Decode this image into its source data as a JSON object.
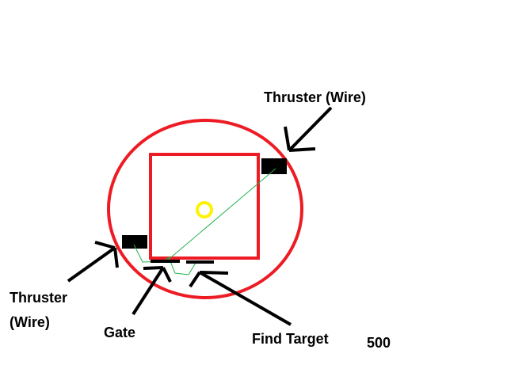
{
  "labels": {
    "thruster_top": "Thruster (Wire)",
    "thruster_left_line1": "Thruster",
    "thruster_left_line2": "(Wire)",
    "gate": "Gate",
    "find_target": "Find Target",
    "number": "500"
  },
  "colors": {
    "circle": "#ed1c24",
    "square": "#ed1c24",
    "center": "#fff200",
    "wire": "#22b14c",
    "ink": "#000000"
  }
}
